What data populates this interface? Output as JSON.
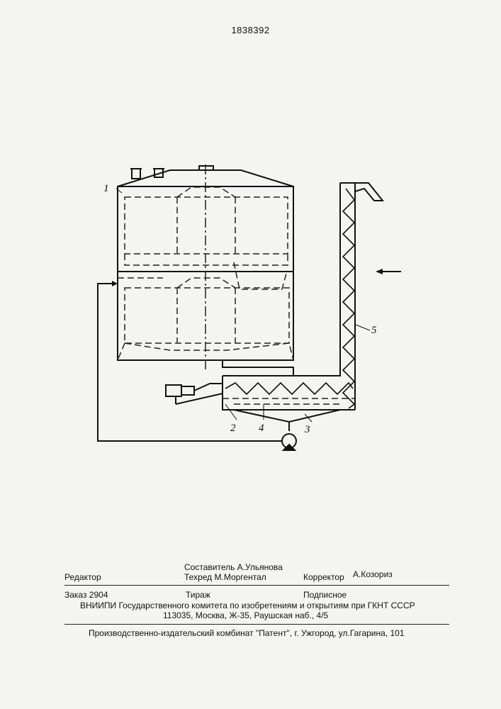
{
  "document": {
    "patent_number": "1838392",
    "figure_labels": [
      "1",
      "2",
      "3",
      "4",
      "5"
    ]
  },
  "imprint": {
    "editor_label": "Редактор",
    "compiler": "Составитель  А.Ульянова",
    "techred": "Техред М.Моргентал",
    "corrector_label": "Корректор",
    "corrector_name": "А.Козориз",
    "order": "Заказ  2904",
    "circulation": "Тираж",
    "subscription": "Подписное",
    "institution": "ВНИИПИ Государственного комитета по изобретениям и открытиям при ГКНТ СССР",
    "address": "113035, Москва, Ж-35, Раушская наб., 4/5",
    "publisher": "Производственно-издательский комбинат \"Патент\", г. Ужгород, ул.Гагарина, 101"
  }
}
